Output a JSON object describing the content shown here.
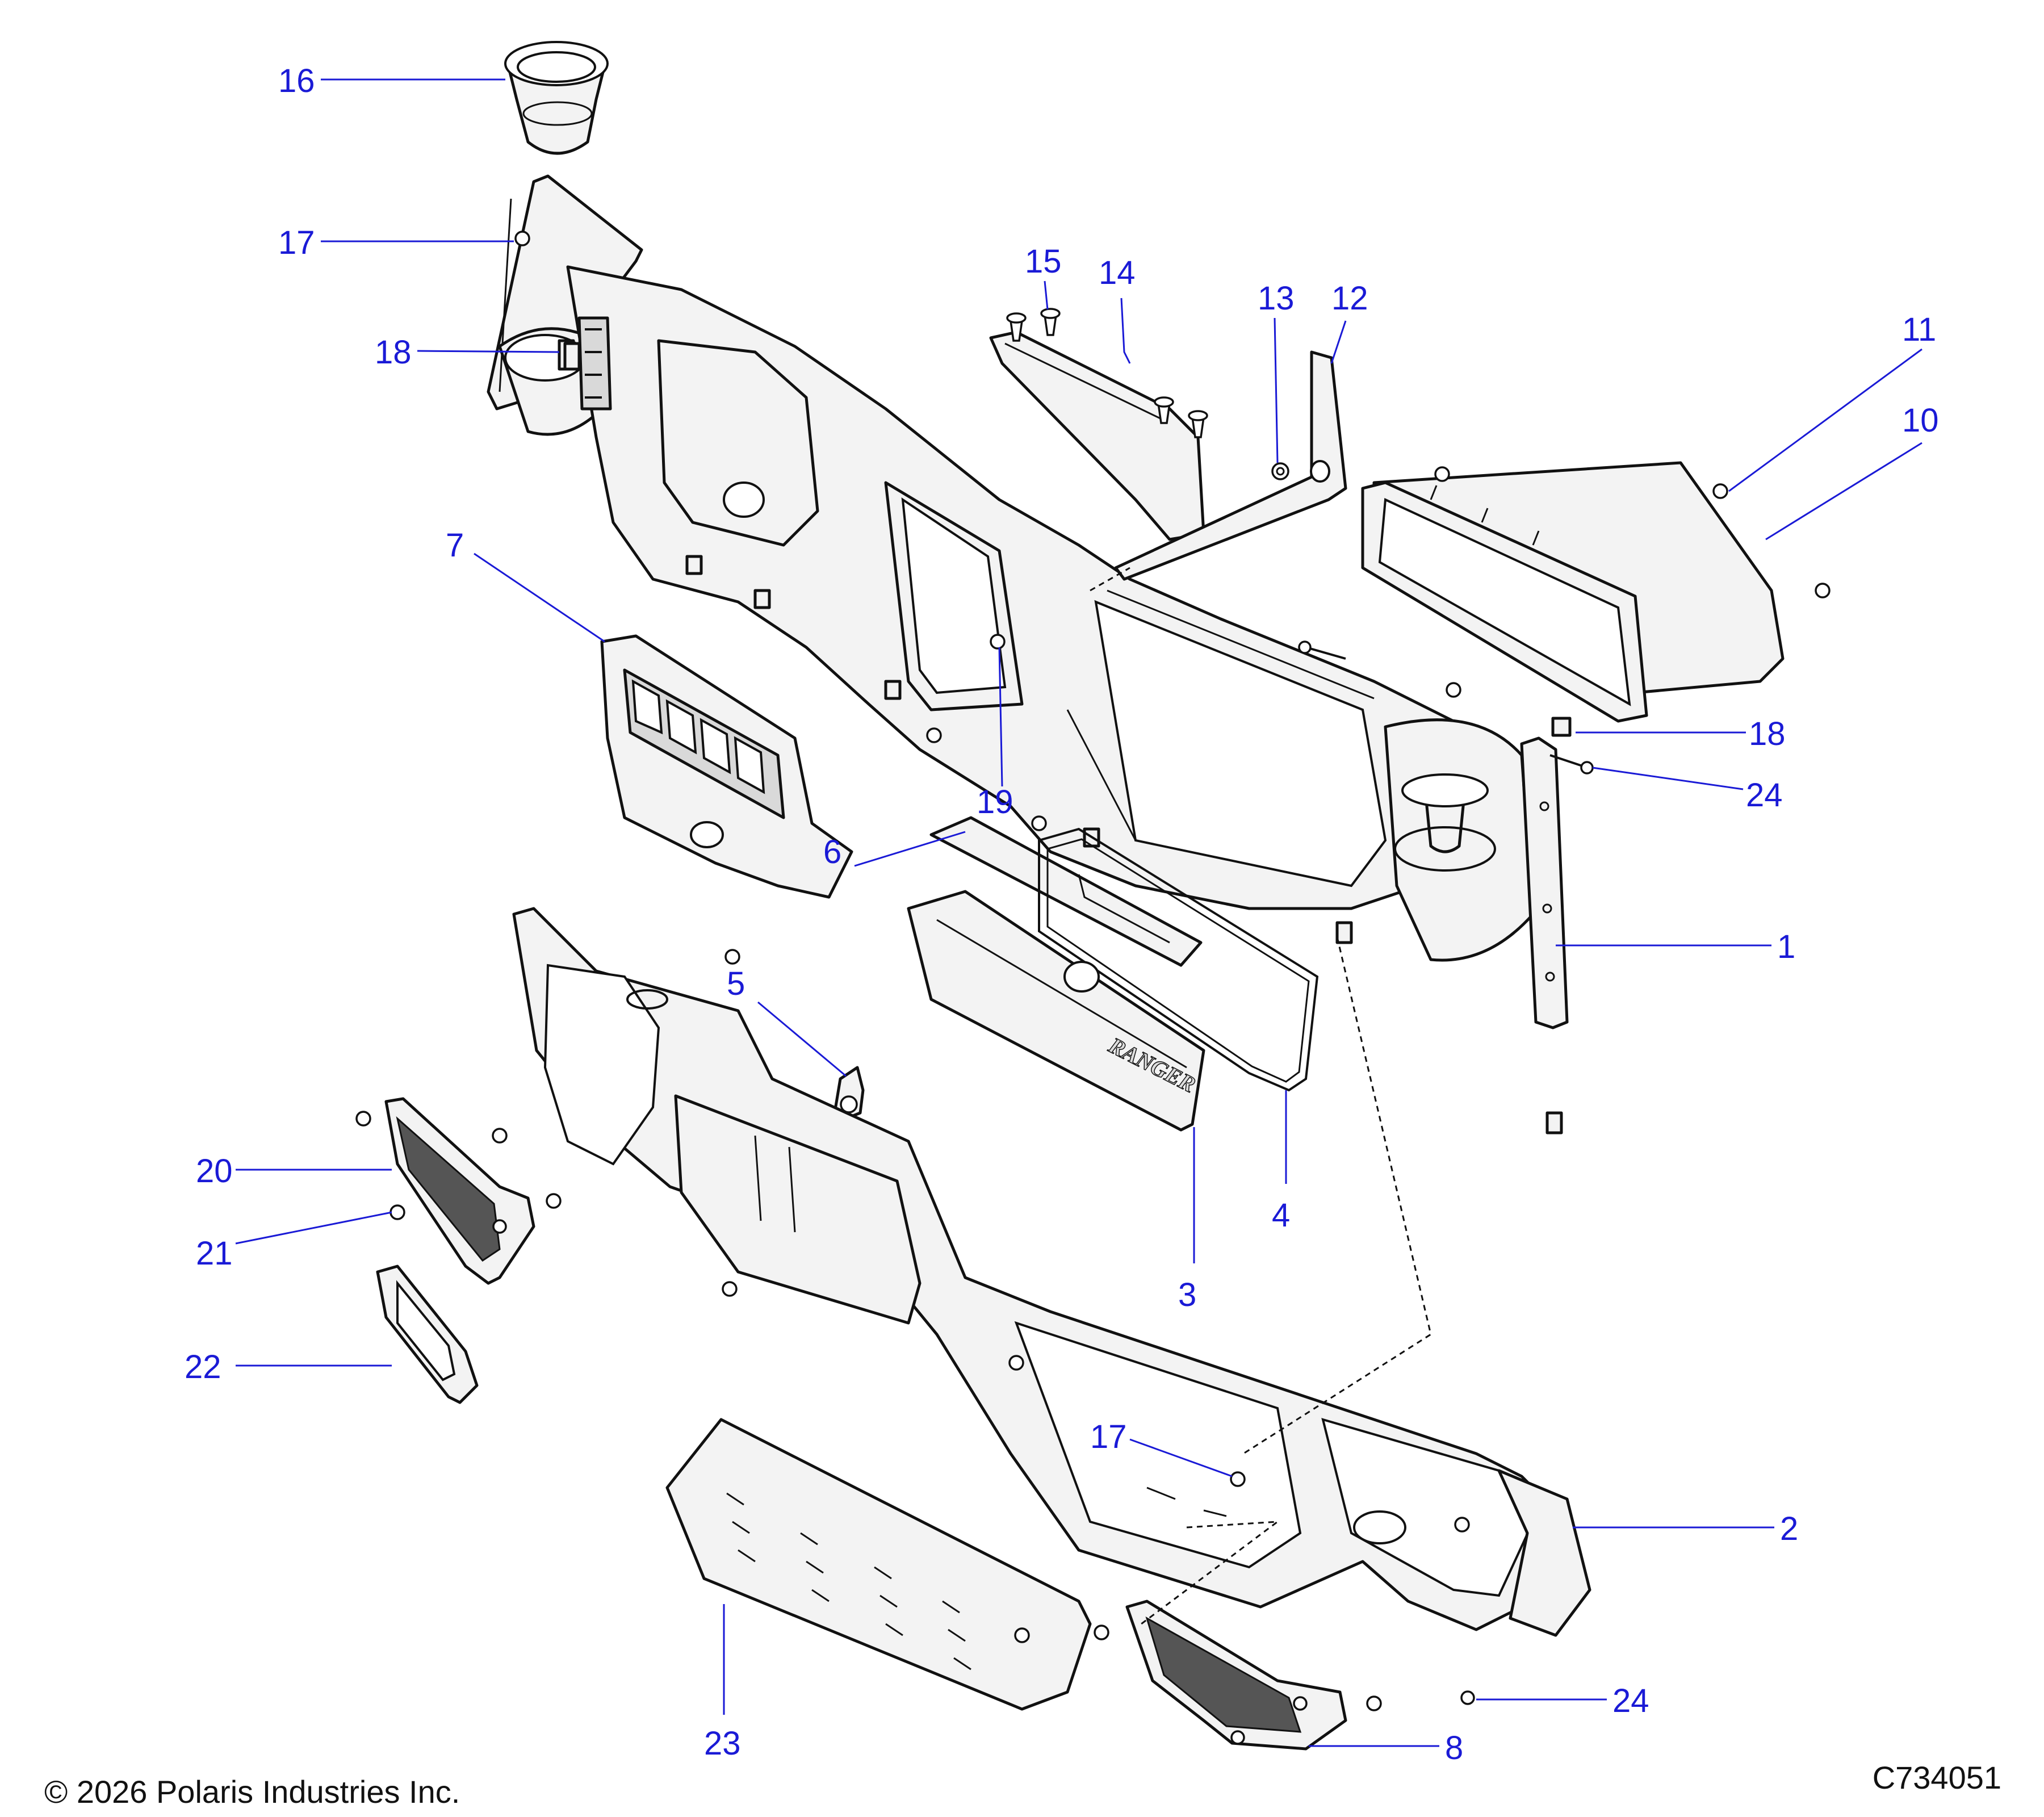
{
  "callouts": {
    "c1": "1",
    "c2": "2",
    "c3": "3",
    "c4": "4",
    "c5": "5",
    "c6": "6",
    "c7": "7",
    "c8": "8",
    "c10": "10",
    "c11": "11",
    "c12": "12",
    "c13": "13",
    "c14": "14",
    "c15": "15",
    "c16": "16",
    "c17a": "17",
    "c17b": "17",
    "c18a": "18",
    "c18b": "18",
    "c19": "19",
    "c20": "20",
    "c21": "21",
    "c22": "22",
    "c23": "23",
    "c24a": "24",
    "c24b": "24"
  },
  "emblem_text": "RANGER",
  "footer": {
    "copyright": "© 2026 Polaris Industries Inc.",
    "drawing_id": "C734051"
  },
  "colors": {
    "callout": "#1a1ad6",
    "line": "#111111",
    "part_fill": "#f3f3f3"
  }
}
